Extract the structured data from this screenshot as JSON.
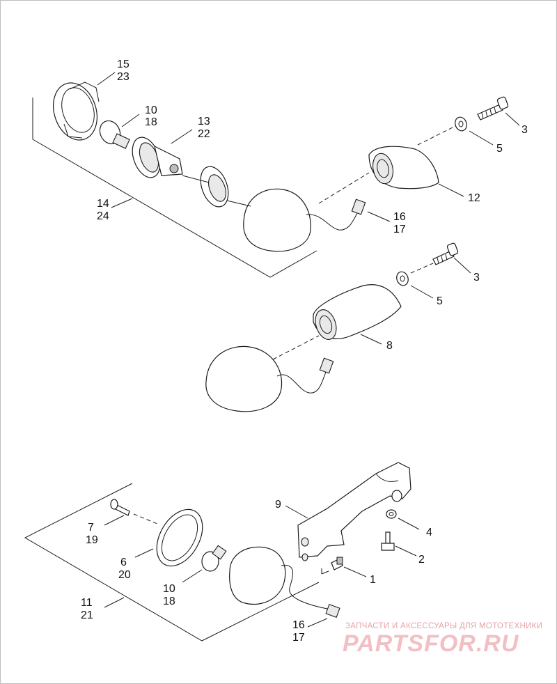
{
  "callouts": {
    "c15_23": [
      "15",
      "23"
    ],
    "c10_18_top": [
      "10",
      "18"
    ],
    "c13_22": [
      "13",
      "22"
    ],
    "c14_24": [
      "14",
      "24"
    ],
    "c3_top": [
      "3"
    ],
    "c5_top": [
      "5"
    ],
    "c12": [
      "12"
    ],
    "c16_17_top": [
      "16",
      "17"
    ],
    "c3_mid": [
      "3"
    ],
    "c5_mid": [
      "5"
    ],
    "c8": [
      "8"
    ],
    "c9": [
      "9"
    ],
    "c4": [
      "4"
    ],
    "c2": [
      "2"
    ],
    "c1": [
      "1"
    ],
    "c7_19": [
      "7",
      "19"
    ],
    "c6_20": [
      "6",
      "20"
    ],
    "c10_18_bot": [
      "10",
      "18"
    ],
    "c11_21": [
      "11",
      "21"
    ],
    "c16_17_bot": [
      "16",
      "17"
    ]
  },
  "watermark": {
    "tagline": "ЗАПЧАСТИ И АКСЕССУАРЫ ДЛЯ МОТОТЕХНИКИ",
    "brand": "PARTSFOR.RU"
  },
  "colors": {
    "ink": "#1a1a1a",
    "watermark": "#f2c0c4"
  }
}
